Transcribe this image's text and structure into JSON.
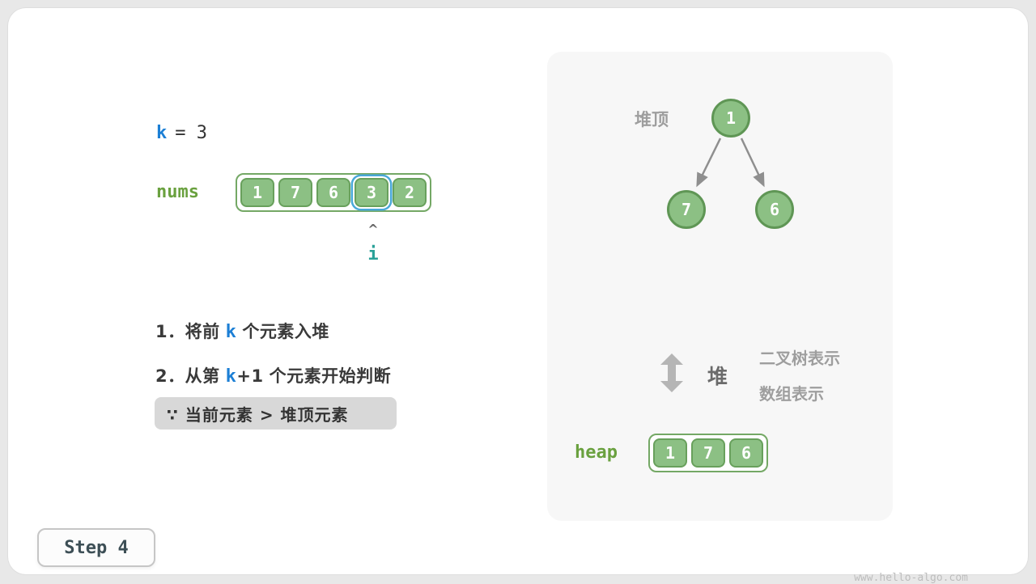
{
  "colors": {
    "cell_green": "#8cc084",
    "cell_green_border": "#68a05c",
    "container_border": "#74a865",
    "k_blue": "#1c7fd5",
    "label_green": "#6aa13f",
    "i_teal": "#2aa198",
    "highlight_blue": "#49a8d8",
    "gray_label": "#9e9e9e",
    "panel_bg": "#f7f7f7"
  },
  "left": {
    "k_label": "k",
    "k_rest": "= 3",
    "nums_label": "nums",
    "nums_values": [
      "1",
      "7",
      "6",
      "3",
      "2"
    ],
    "highlight_index": 3,
    "caret": "^",
    "pointer_label": "i",
    "step1_num": "1．",
    "step1_pre": "将前",
    "step1_k": "k",
    "step1_post": "个元素入堆",
    "step2_num": "2．",
    "step2_pre": "从第",
    "step2_k": "k",
    "step2_kplus": "+1",
    "step2_post": "个元素开始判断",
    "reason": "∵ 当前元素 > 堆顶元素"
  },
  "right": {
    "heap_top_label": "堆顶",
    "tree_root": "1",
    "tree_child_left": "7",
    "tree_child_right": "6",
    "heap_char": "堆",
    "legend_line1": "二叉树表示",
    "legend_line2": "数组表示",
    "heap_label": "heap",
    "heap_values": [
      "1",
      "7",
      "6"
    ]
  },
  "footer": {
    "step_label": "Step 4",
    "watermark": "www.hello-algo.com"
  }
}
